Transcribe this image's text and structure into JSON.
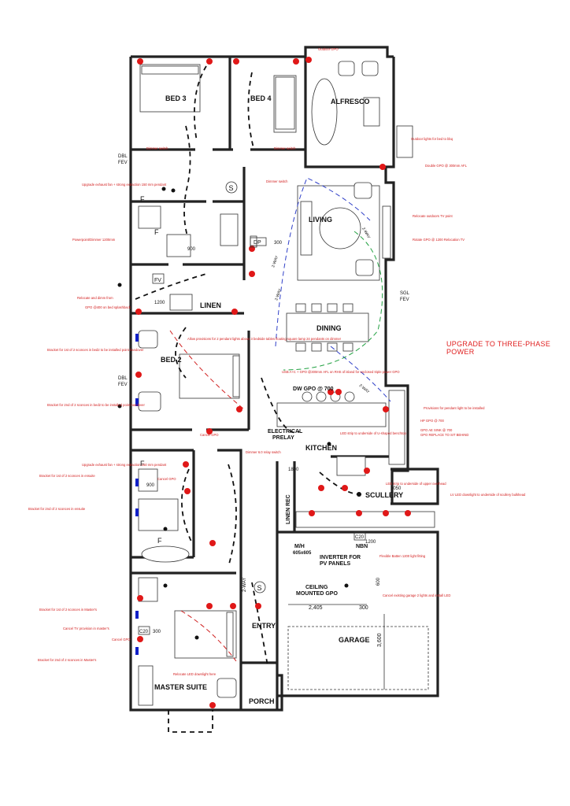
{
  "banner": "UPGRADE TO THREE-PHASE POWER",
  "rooms": {
    "bed3": "BED 3",
    "bed4": "BED 4",
    "alfresco": "ALFRESCO",
    "living": "LIVING",
    "dining": "DINING",
    "linen": "LINEN",
    "bed2": "BED 2",
    "kitchen": "KITCHEN",
    "scullery": "SCULLERY",
    "linen_rec": "LINEN REC",
    "electrical": "ELECTRICAL",
    "prelay": "PRELAY",
    "master": "MASTER SUITE",
    "entry": "ENTRY",
    "porch": "PORCH",
    "garage": "GARAGE",
    "inverter": "INVERTER FOR",
    "pv_panels": "PV PANELS",
    "ceiling": "CEILING",
    "mounted_gpo": "MOUNTED GPO",
    "mh": "M/H",
    "mh_size": "605x605",
    "nbn": "NBN",
    "dw_gpo": "DW GPO @ 700"
  },
  "labels": {
    "dbl_fev_1a": "DBL",
    "dbl_fev_1b": "FEV",
    "dbl_fev_2a": "DBL",
    "dbl_fev_2b": "FEV",
    "sgl_fev_a": "SGL",
    "sgl_fev_b": "FEV",
    "fv": "FV",
    "s1": "S",
    "s2": "S",
    "f1": "F",
    "f2": "F",
    "f3": "F",
    "f4": "F",
    "dp": "DP",
    "c20_1": "C20",
    "c20_2": "C20",
    "c20_3": "C20"
  },
  "dimensions": {
    "d900a": "900",
    "d1200": "1200",
    "d300a": "300",
    "d900b": "900",
    "d1800": "1800",
    "d1050": "1050",
    "d1200b": "1200",
    "d300b": "300",
    "d2405": "2,405",
    "d300c": "300",
    "d3600": "3,600",
    "d600": "600",
    "twoway1": "2-WAY",
    "twoway2": "2-WAY",
    "twoway3": "2-WAY",
    "twoway4": "2-WAY",
    "twoway5": "2-WAY"
  },
  "notes": {
    "outdoor_gpo": "Outdoor GPO",
    "outdoor_lights": "Outdoor lights for bed to bbq",
    "double_gpo": "Double GPO @ 300mm AFL",
    "dimmer1": "Dimmer switch",
    "dimmer2": "Dimmer switch",
    "dimmer3": "Dimmer switch",
    "upgrade_exhaust1": "Upgrade exhaust fan + strong extraction 150 mm pendant",
    "upgrade_exhaust2": "Upgrade exhaust fan + strong extraction 150 mm pendant",
    "relocate_tv": "Relocate outdoors TV point",
    "rotate_gpo": "Rotate GPO @ 1200 Relocation TV",
    "power_dimmer": "Powerpoint/Dimmer 1200mm",
    "relocate_gpo": "Relocate and dimm from",
    "gpo_400": "GPO @400 on bed splashback",
    "bed2_bracket": "Bracket for 1st of 2 sconces in bed2 to be installed point handover",
    "bed2_bracket2": "Bracket for 2nd of 2 sconces in bed2 to be installed point handover",
    "pendant_notes": "Allow provisions for 2 pendant lights above 3 bedside tables floating square lamp 24 pendants on dimmer",
    "usb_note": "USB A+C + GPO @300mm AFL on RHS of island for enclosed triple power GPO",
    "pendant_kitchen": "Provisions for pendant light to be installed",
    "gpo_sink": "GPO AE SINK @ 700",
    "hp_gpo": "HP GPO @ 700",
    "gpo_range": "GPO REPLACE TO SIT BEHIND",
    "led_strip": "LED strip to underside of U-shaped benchtop",
    "led_strip2": "LED strip to underside of upper overhead",
    "led_downlight": "LV LED downlight to underside of scullery bulkhead",
    "cancel_gpo": "Cancel GPO",
    "cancel_gpo2": "Cancel GPO",
    "cancel_gpo3": "Cancel GPO",
    "bracket_lh": "Bracket for 1st of 2 sconces in ensuite",
    "bracket_lh2": "Bracket for 2nd of 2 sconces in ensuite",
    "master_bracket": "Bracket for 1st of 2 sconces in Master's",
    "master_bracket2": "Bracket for 2nd of 2 sconces in Master's",
    "cancel_tv": "Cancel TV provision in master's",
    "garage_light": "Flexible Batten 1200 light fitting",
    "cancel_garage": "Cancel existing garage 2 lights and install LED",
    "relocate_led": "Relocate LED downlight here",
    "dimmer_garage": "Dimmer 6.0 relay switch"
  },
  "colors": {
    "wall": "#222222",
    "annotation": "#d21b1b",
    "power_point": "#e01818",
    "data_point": "#1020c8",
    "wiring_blue": "#3040c8",
    "wiring_green": "#20a040",
    "wiring_red": "#d02020"
  },
  "icons": {
    "switch": "s-circle-icon",
    "fan": "f-letter-icon",
    "power_point": "red-semicircle-icon",
    "data_point": "blue-rectangle-icon",
    "light": "black-dot-icon"
  }
}
